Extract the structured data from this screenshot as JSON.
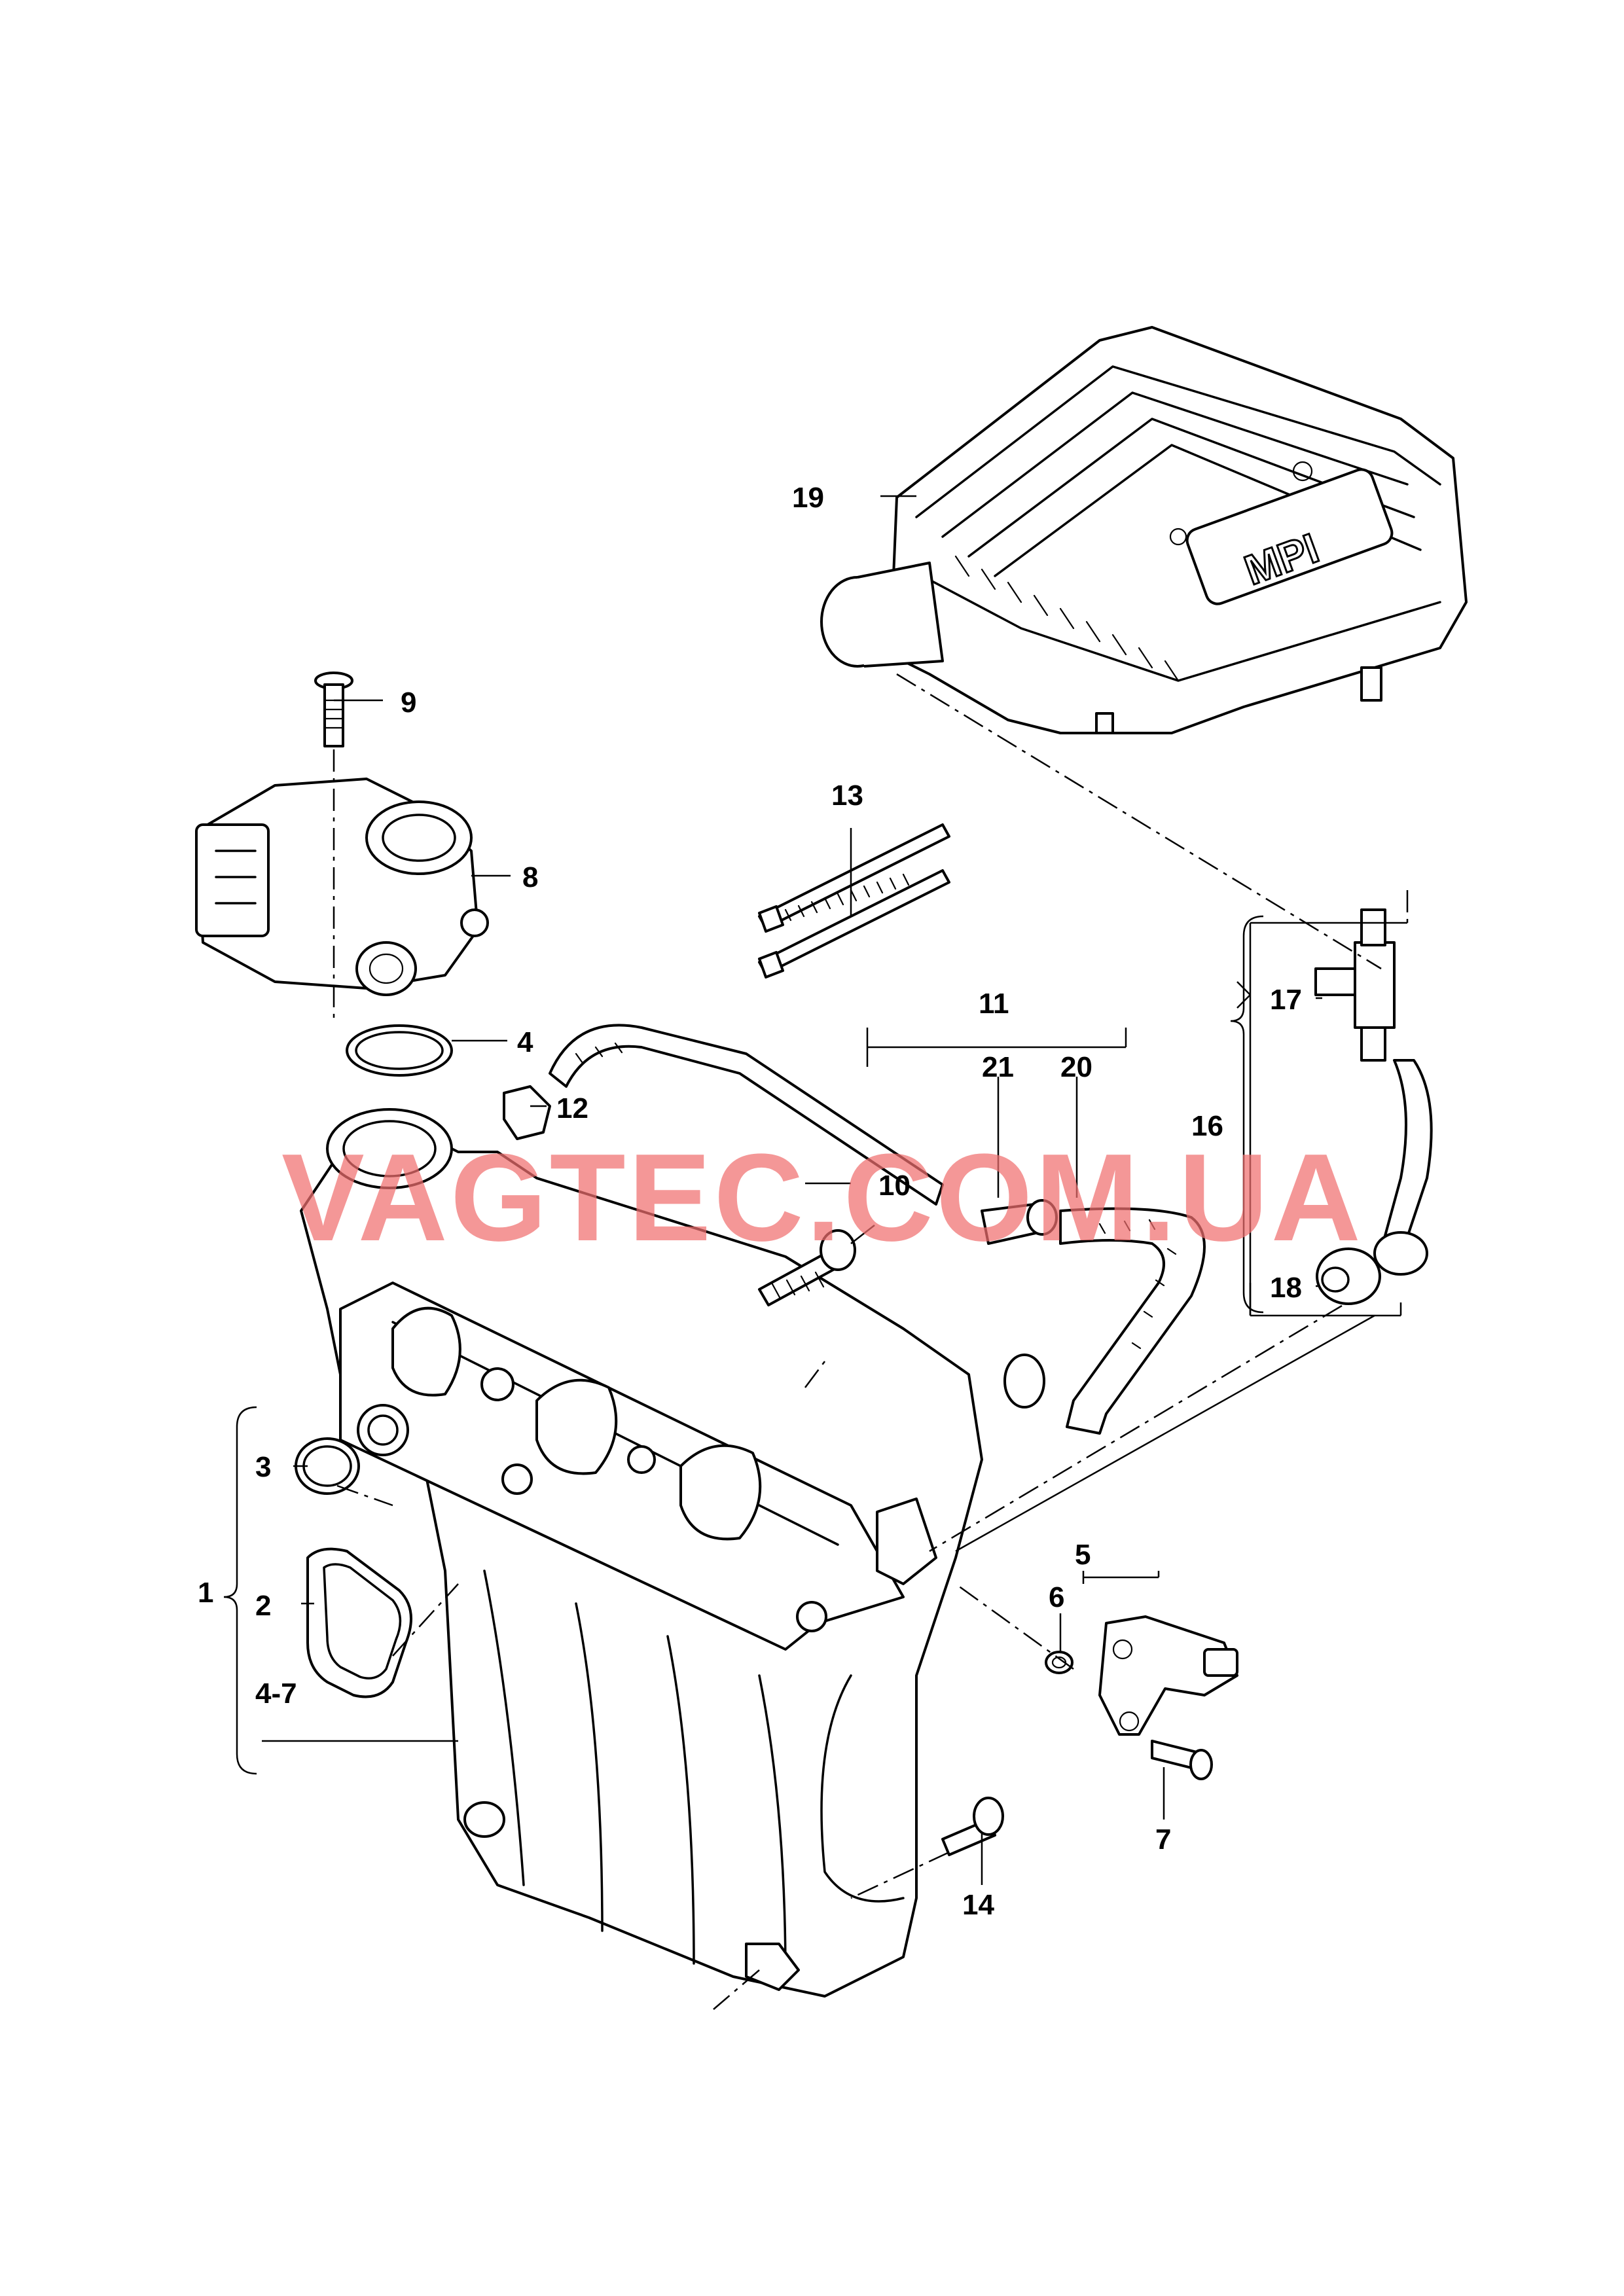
{
  "diagram": {
    "watermark": "VAGTEC.COM.UA",
    "cover_badge": "MPI",
    "callouts": [
      {
        "id": "c1",
        "text": "1"
      },
      {
        "id": "c2",
        "text": "2"
      },
      {
        "id": "c3",
        "text": "3"
      },
      {
        "id": "c4",
        "text": "4"
      },
      {
        "id": "c4-7",
        "text": "4-7"
      },
      {
        "id": "c5",
        "text": "5"
      },
      {
        "id": "c6",
        "text": "6"
      },
      {
        "id": "c7",
        "text": "7"
      },
      {
        "id": "c8",
        "text": "8"
      },
      {
        "id": "c9",
        "text": "9"
      },
      {
        "id": "c10",
        "text": "10"
      },
      {
        "id": "c11",
        "text": "11"
      },
      {
        "id": "c12",
        "text": "12"
      },
      {
        "id": "c13",
        "text": "13"
      },
      {
        "id": "c14",
        "text": "14"
      },
      {
        "id": "c16",
        "text": "16"
      },
      {
        "id": "c17",
        "text": "17"
      },
      {
        "id": "c18",
        "text": "18"
      },
      {
        "id": "c19",
        "text": "19"
      },
      {
        "id": "c20",
        "text": "20"
      },
      {
        "id": "c21",
        "text": "21"
      }
    ]
  }
}
